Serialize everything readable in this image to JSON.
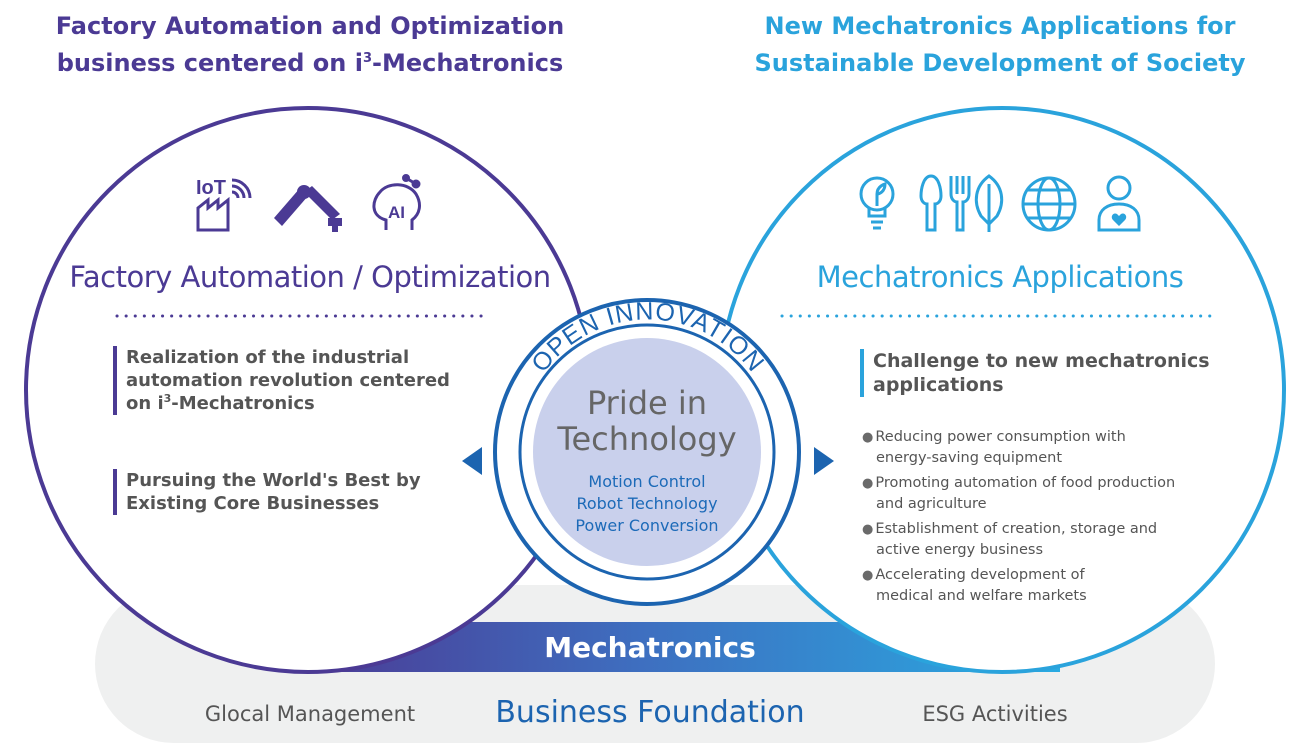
{
  "left_heading": {
    "line1": "Factory Automation and Optimization",
    "line2_pre": "business centered on i",
    "line2_sup": "3",
    "line2_post": "-Mechatronics"
  },
  "right_heading": {
    "line1": "New Mechatronics Applications for",
    "line2": "Sustainable Development of Society"
  },
  "left_circle": {
    "icon_iot_label": "IoT",
    "icon_ai_label": "AI",
    "title": "Factory Automation / Optimization",
    "item1_line1": "Realization of the industrial",
    "item1_line2": "automation revolution centered",
    "item1_line3_pre": "on i",
    "item1_line3_sup": "3",
    "item1_line3_post": "-Mechatronics",
    "item2_line1": "Pursuing the World's Best by",
    "item2_line2": "Existing Core Businesses"
  },
  "right_circle": {
    "title": "Mechatronics Applications",
    "challenge_line1": "Challenge to new mechatronics",
    "challenge_line2": "applications",
    "bullets": [
      {
        "line1": "Reducing power consumption with",
        "line2": "energy-saving equipment"
      },
      {
        "line1": "Promoting automation of food production",
        "line2": "and agriculture"
      },
      {
        "line1": "Establishment of creation, storage and",
        "line2": "active energy business"
      },
      {
        "line1": "Accelerating development of",
        "line2": "medical and welfare markets"
      }
    ]
  },
  "center": {
    "arc_text": "OPEN INNOVATION",
    "title_line1": "Pride in",
    "title_line2": "Technology",
    "techs": [
      "Motion Control",
      "Robot Technology",
      "Power Conversion"
    ]
  },
  "mechatronics_bar": "Mechatronics",
  "foundation": {
    "left": "Glocal Management",
    "main": "Business Foundation",
    "right": "ESG Activities"
  },
  "colors": {
    "purple": "#4b3a94",
    "cyan": "#2aa3dc",
    "navy": "#1c64b0",
    "center_fill": "#c9d0ec",
    "foundation_bg": "#eff0f0"
  },
  "icons": [
    "iot-factory-icon",
    "robot-arm-icon",
    "ai-head-icon",
    "lightbulb-leaf-icon",
    "fork-knife-icon",
    "leaf-icon",
    "globe-icon",
    "person-heart-icon"
  ]
}
